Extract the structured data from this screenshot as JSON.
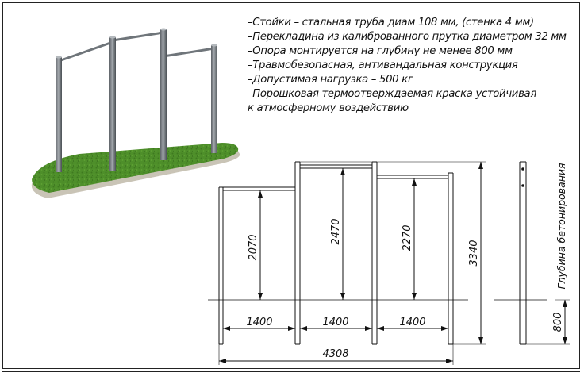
{
  "specs": [
    "–Стойки – стальная труба диам 108 мм, (стенка 4 мм)",
    "–Перекладина из калиброванного прутка диаметром 32 мм",
    "–Опора монтируется на глубину не менее 800 мм",
    "–Травмобезопасная, антивандальная конструкция",
    "–Допустимая нагрузка – 500 кг",
    "–Порошковая термоотверждаемая краска устойчивая",
    "к атмосферному воздействию"
  ],
  "dimensions": {
    "bar_low": "2070",
    "bar_high": "2470",
    "bar_mid": "2270",
    "total_height": "3340",
    "span_1": "1400",
    "span_2": "1400",
    "span_3": "1400",
    "total_width": "4308",
    "depth": "800",
    "side_label": "Глубина бетонирования"
  },
  "colors": {
    "grass": "#4e8f2a",
    "grass_dark": "#3a6e1c",
    "base_edge": "#c9c4b6",
    "pole": "#7c8287",
    "pole_dark": "#4f5459",
    "line": "#111111"
  }
}
